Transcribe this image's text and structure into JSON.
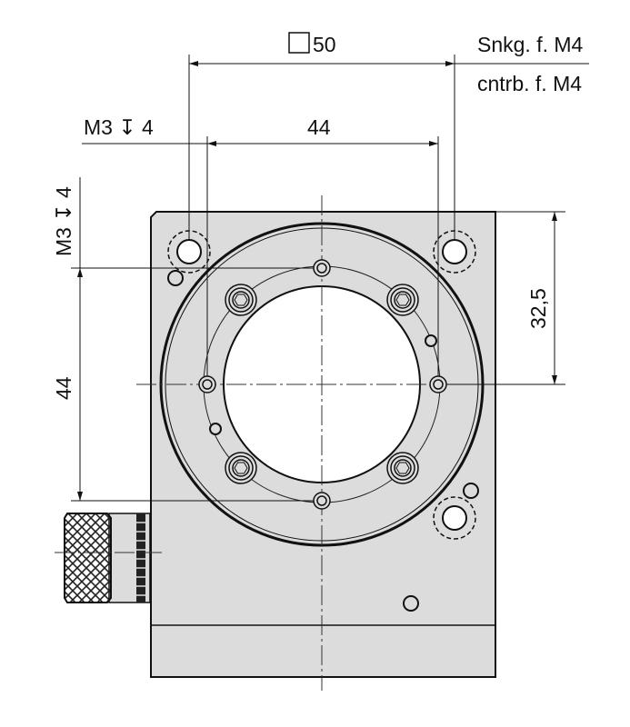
{
  "labels": {
    "square_dim": "50",
    "snkg": "Snkg. f. M4",
    "cntrb": "cntrb. f. M4",
    "m3_top": "M3 ↧ 4",
    "dim_44_horizontal": "44",
    "dim_32_5": "32,5",
    "dim_44_vertical": "44",
    "m3_side": "M3 ↧ 4"
  },
  "colors": {
    "plate": "#dcdcdc",
    "line": "#111111"
  }
}
